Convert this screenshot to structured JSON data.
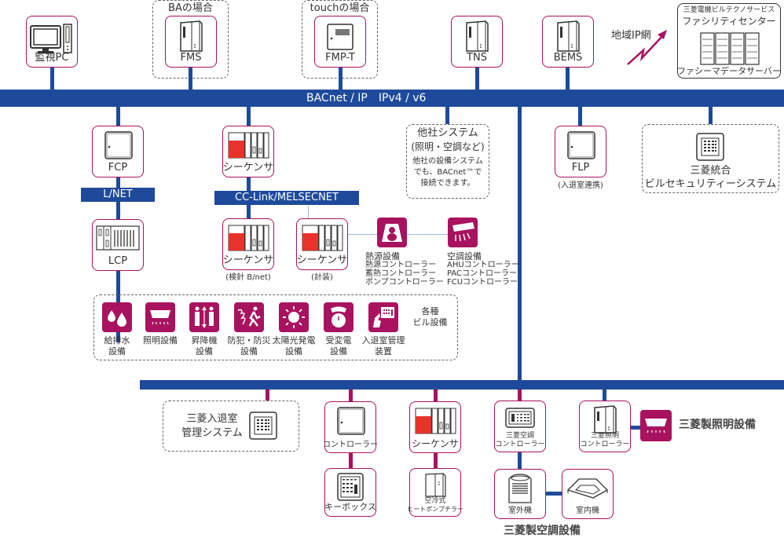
{
  "colors": {
    "bus": "#1e4a9b",
    "accent": "#a8125f",
    "sequencer_red": "#e8332a"
  },
  "top_devices": {
    "monitor_pc": "監視PC",
    "fms_group": "BAの場合",
    "fms": "FMS",
    "fmpt_group": "touchの場合",
    "fmpt": "FMP-T",
    "tns": "TNS",
    "bems": "BEMS",
    "regional_ip": "地域IP網",
    "facility": {
      "line1": "三菱電機ビルテクノサービス",
      "line2": "ファシリティセンター",
      "line3": "ファシーマデータサーバー"
    }
  },
  "bus_label": "BACnet / IP　IPv4 / v6",
  "middle": {
    "fcp": "FCP",
    "lnet": "L/NET",
    "lcp": "LCP",
    "sequencer": "シーケンサ",
    "cclink": "CC-Link/MELSECNET",
    "seq_meter": "シーケンサ",
    "seq_meter_note": "(検針 B/net)",
    "seq_instr": "シーケンサ",
    "seq_instr_note": "(計装)",
    "heat": {
      "title": "熱源設備",
      "lines": [
        "熱源コントローラー",
        "蓄熱コントローラー",
        "ポンプコントローラー"
      ]
    },
    "aircon": {
      "title": "空調設備",
      "lines": [
        "AHUコントローラー",
        "PACコントローラー",
        "FCUコントローラー"
      ]
    },
    "other": {
      "title": "他社システム",
      "sub": "(照明・空調など)",
      "desc1": "他社の設備システム",
      "desc2": "でも、BACnet™で",
      "desc3": "接続できます。"
    },
    "flp": "FLP",
    "flp_note": "(入退室連携)",
    "security": {
      "line1": "三菱統合",
      "line2": "ビルセキュリティーシステム"
    }
  },
  "building_equipment": {
    "group_label": "各種\nビル設備",
    "items": [
      {
        "icon": "water-drops-icon",
        "label": "給排水\n設備"
      },
      {
        "icon": "lighting-icon",
        "label": "照明設備"
      },
      {
        "icon": "elevator-icon",
        "label": "昇降機\n設備"
      },
      {
        "icon": "fire-security-icon",
        "label": "防犯・防災\n設備"
      },
      {
        "icon": "solar-icon",
        "label": "太陽光発電\n設備"
      },
      {
        "icon": "power-receiving-icon",
        "label": "受変電\n設備"
      },
      {
        "icon": "access-control-icon",
        "label": "入退室管理\n装置"
      }
    ]
  },
  "bottom": {
    "access_system": {
      "line1": "三菱入退室",
      "line2": "管理システム"
    },
    "controller": "コントローラー",
    "keybox": "キーボックス",
    "sequencer": "シーケンサ",
    "chiller": {
      "line1": "空冷式",
      "line2": "ヒートポンプチラー"
    },
    "ac_controller": {
      "line1": "三菱空調",
      "line2": "コントローラー"
    },
    "outdoor": "室外機",
    "indoor": "室内機",
    "ac_equipment": "三菱製空調設備",
    "light_controller": {
      "line1": "三菱照明",
      "line2": "コントローラー"
    },
    "light_equipment": "三菱製照明設備"
  }
}
